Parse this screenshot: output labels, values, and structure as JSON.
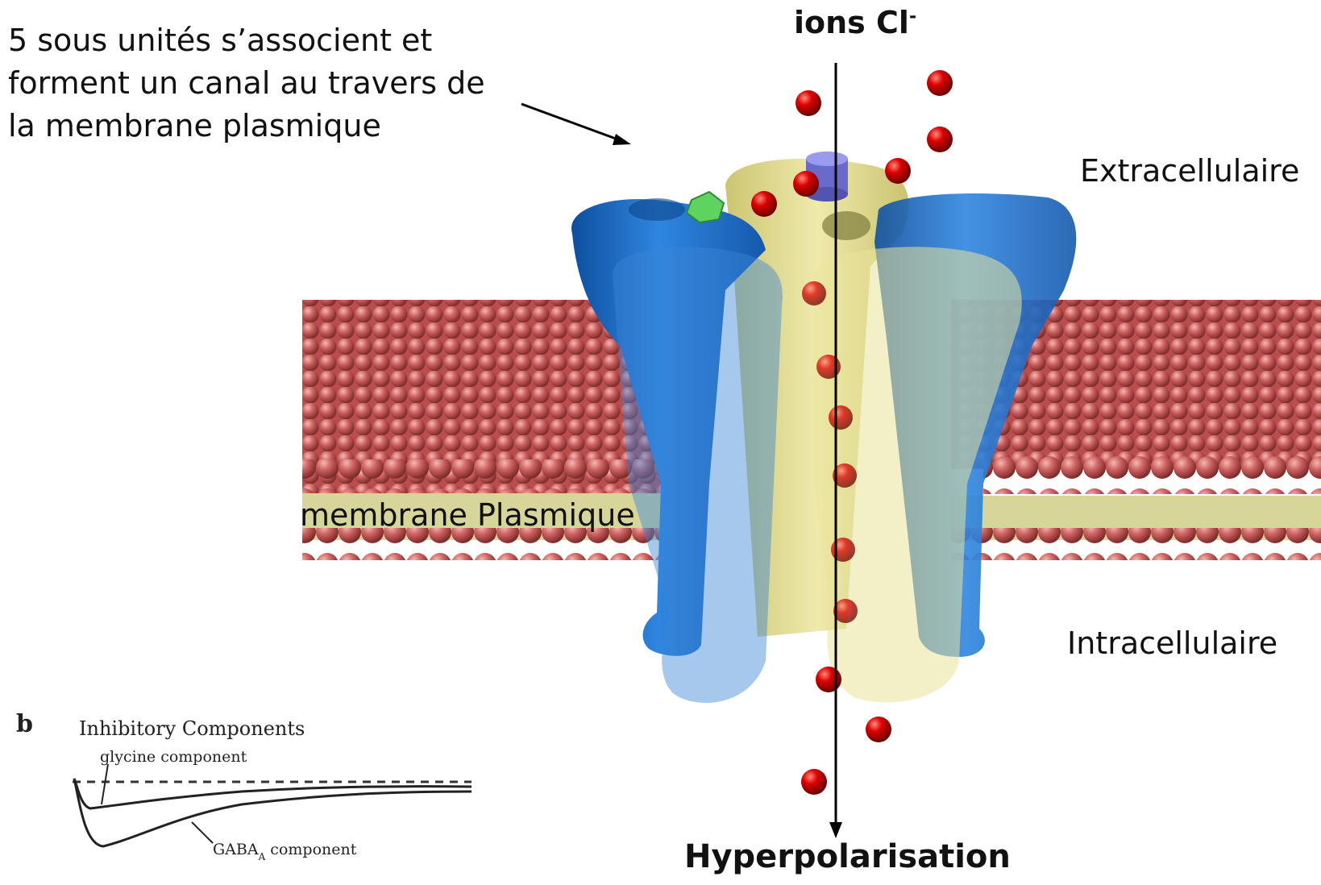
{
  "annotation": {
    "text": "5 sous unités s’associent et forment un canal au travers de la membrane plasmique"
  },
  "ion": {
    "label": "ions Cl",
    "charge": "-"
  },
  "regions": {
    "extracellular": "Extracellulaire",
    "intracellular": "Intracellulaire",
    "membrane": "membrane Plasmique"
  },
  "result": "Hyperpolarisation",
  "inset": {
    "panel_letter": "b",
    "title": "Inhibitory Components",
    "glycine_label": "glycine component",
    "gaba_label": "GABA",
    "gaba_subscript": "A",
    "gaba_suffix": " component"
  },
  "colors": {
    "lipid_head": "#c95b5b",
    "membrane_core": "#d8d59b",
    "subunit_blue": "#1e6fc9",
    "subunit_yellow": "#e3dd86",
    "ion": "#cc0000",
    "ligand_green": "#55cc55",
    "ligand_purple": "#6a6acb"
  },
  "icons": {
    "ion": "red-sphere",
    "ligand_green": "green-polyhedron",
    "ligand_purple": "purple-cylinder",
    "pointer": "arrow"
  }
}
